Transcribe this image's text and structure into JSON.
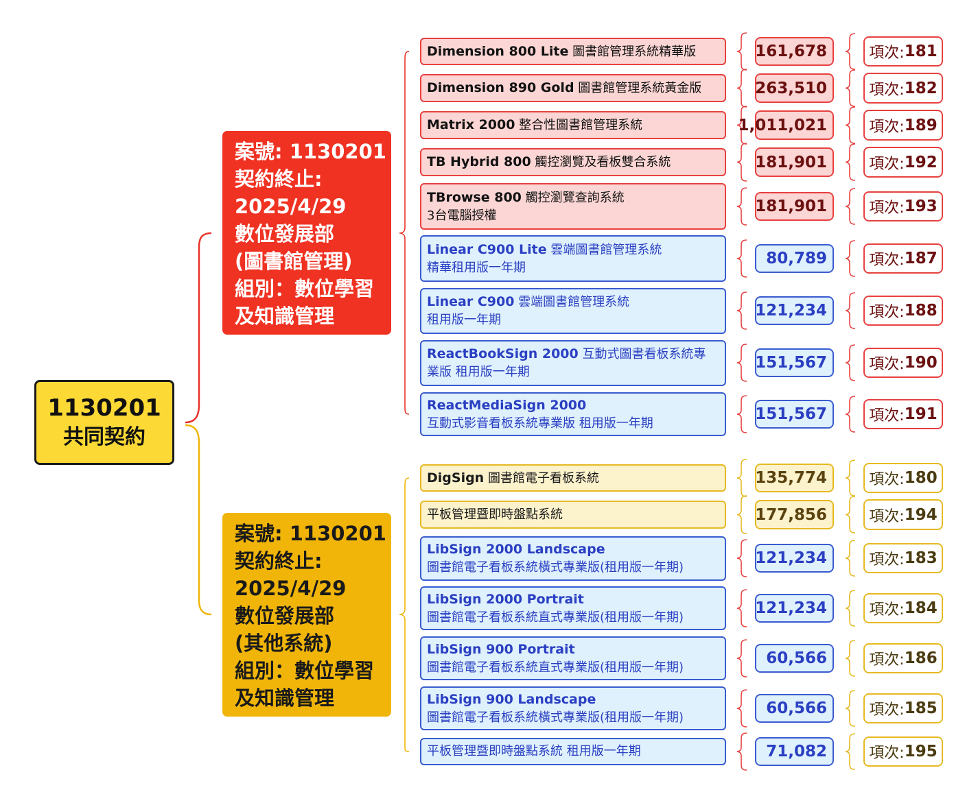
{
  "root": {
    "line1": "1130201",
    "line2": "共同契約"
  },
  "groups": [
    {
      "name": "red-group",
      "lines": [
        "案號: 1130201",
        "契約終止:",
        "2025/4/29",
        "數位發展部",
        "(圖書館管理)",
        "組別：數位學習",
        "及知識管理"
      ],
      "items": [
        {
          "bold": "Dimension 800 Lite",
          "rest": " 圖書館管理系統精華版",
          "line2": "",
          "amount": "161,678",
          "idx_label": "項次:",
          "idx_num": "181",
          "style": "red",
          "amtStyle": "red",
          "idxStyle": "red"
        },
        {
          "bold": "Dimension 890 Gold",
          "rest": " 圖書館管理系統黃金版",
          "line2": "",
          "amount": "263,510",
          "idx_label": "項次:",
          "idx_num": "182",
          "style": "red",
          "amtStyle": "red",
          "idxStyle": "red"
        },
        {
          "bold": "Matrix 2000",
          "rest": " 整合性圖書館管理系統",
          "line2": "",
          "amount": "1,011,021",
          "idx_label": "項次:",
          "idx_num": "189",
          "style": "red",
          "amtStyle": "red",
          "idxStyle": "red"
        },
        {
          "bold": "TB Hybrid 800",
          "rest": " 觸控瀏覽及看板雙合系統",
          "line2": "",
          "amount": "181,901",
          "idx_label": "項次:",
          "idx_num": "192",
          "style": "red",
          "amtStyle": "red",
          "idxStyle": "red"
        },
        {
          "bold": "TBrowse 800",
          "rest": " 觸控瀏覽查詢系統",
          "line2": "3台電腦授權",
          "amount": "181,901",
          "idx_label": "項次:",
          "idx_num": "193",
          "style": "red",
          "amtStyle": "red",
          "idxStyle": "red"
        },
        {
          "bold": "Linear C900 Lite",
          "rest": " 雲端圖書館管理系統",
          "line2": "精華租用版一年期",
          "amount": "80,789",
          "idx_label": "項次:",
          "idx_num": "187",
          "style": "blue",
          "amtStyle": "blue",
          "idxStyle": "red"
        },
        {
          "bold": "Linear C900",
          "rest": " 雲端圖書館管理系統",
          "line2": "租用版一年期",
          "amount": "121,234",
          "idx_label": "項次:",
          "idx_num": "188",
          "style": "blue",
          "amtStyle": "blue",
          "idxStyle": "red"
        },
        {
          "bold": "ReactBookSign 2000",
          "rest": " 互動式圖書看板系統專",
          "line2": "業版 租用版一年期",
          "amount": "151,567",
          "idx_label": "項次:",
          "idx_num": "190",
          "style": "blue",
          "amtStyle": "blue",
          "idxStyle": "red"
        },
        {
          "bold": "ReactMediaSign 2000",
          "rest": "",
          "line2": "互動式影音看板系統專業版 租用版一年期",
          "amount": "151,567",
          "idx_label": "項次:",
          "idx_num": "191",
          "style": "blue",
          "amtStyle": "blue",
          "idxStyle": "red"
        }
      ]
    },
    {
      "name": "gold-group",
      "lines": [
        "案號: 1130201",
        "契約終止:",
        "2025/4/29",
        "數位發展部",
        "(其他系統)",
        "組別：數位學習",
        "及知識管理"
      ],
      "items": [
        {
          "bold": "DigSign",
          "rest": " 圖書館電子看板系統",
          "line2": "",
          "amount": "135,774",
          "idx_label": "項次:",
          "idx_num": "180",
          "style": "yellow",
          "amtStyle": "yellow",
          "idxStyle": "yellow"
        },
        {
          "bold": "",
          "rest": "平板管理暨即時盤點系統",
          "line2": "",
          "amount": "177,856",
          "idx_label": "項次:",
          "idx_num": "194",
          "style": "yellow",
          "amtStyle": "yellow",
          "idxStyle": "yellow"
        },
        {
          "bold": "LibSign 2000 Landscape",
          "rest": "",
          "line2": "圖書館電子看板系統橫式專業版(租用版一年期)",
          "amount": "121,234",
          "idx_label": "項次:",
          "idx_num": "183",
          "style": "blue",
          "amtStyle": "blue",
          "idxStyle": "yellow"
        },
        {
          "bold": "LibSign 2000 Portrait",
          "rest": "",
          "line2": "圖書館電子看板系統直式專業版(租用版一年期)",
          "amount": "121,234",
          "idx_label": "項次:",
          "idx_num": "184",
          "style": "blue",
          "amtStyle": "blue",
          "idxStyle": "yellow"
        },
        {
          "bold": "LibSign 900 Portrait",
          "rest": "",
          "line2": "圖書館電子看板系統直式專業版(租用版一年期)",
          "amount": "60,566",
          "idx_label": "項次:",
          "idx_num": "186",
          "style": "blue",
          "amtStyle": "blue",
          "idxStyle": "yellow"
        },
        {
          "bold": "LibSign 900 Landscape",
          "rest": "",
          "line2": "圖書館電子看板系統橫式專業版(租用版一年期)",
          "amount": "60,566",
          "idx_label": "項次:",
          "idx_num": "185",
          "style": "blue",
          "amtStyle": "blue",
          "idxStyle": "yellow"
        },
        {
          "bold": "",
          "rest": "平板管理暨即時盤點系統 租用版一年期",
          "line2": "",
          "amount": "71,082",
          "idx_label": "項次:",
          "idx_num": "195",
          "style": "blue",
          "amtStyle": "blue",
          "idxStyle": "yellow"
        }
      ]
    }
  ],
  "colors": {
    "red_line": "#e8332a",
    "gold_line": "#f0b508",
    "red_brace": "#e84040",
    "gold_brace": "#e6b922"
  }
}
